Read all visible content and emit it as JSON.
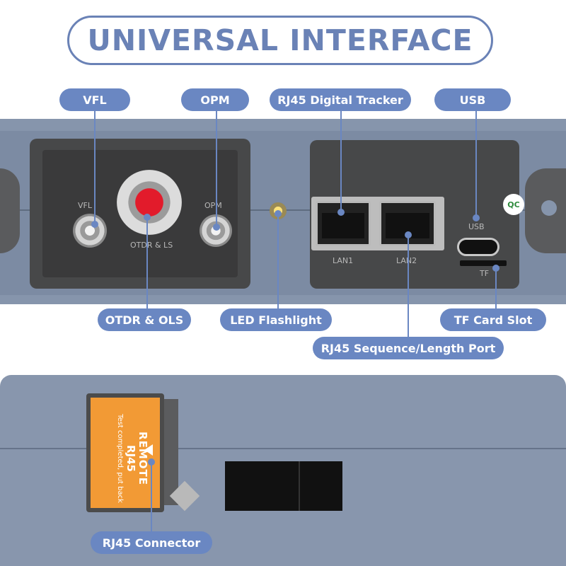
{
  "title": "UNIVERSAL INTERFACE",
  "labels": {
    "vfl": "VFL",
    "opm": "OPM",
    "rj45_tracker": "RJ45 Digital Tracker",
    "usb": "USB",
    "otdr_ols": "OTDR & OLS",
    "led": "LED Flashlight",
    "tf": "TF Card Slot",
    "rj45_seq": "RJ45 Sequence/Length Port",
    "rj45_connector": "RJ45 Connector"
  },
  "printed": {
    "vfl": "VFL",
    "opm": "OPM",
    "otdr": "OTDR & LS",
    "lan1": "LAN1",
    "lan2": "LAN2",
    "usb": "USB",
    "tf": "TF",
    "qc": "QC",
    "remote_title": "REMOTE",
    "remote_model": "RJ45",
    "remote_note": "Test completed, put back"
  },
  "colors": {
    "accent": "#6a87c2",
    "device_gray": "#8695ac",
    "panel_dark": "#474849",
    "remote_orange": "#f29a35",
    "ferrule_red": "#d81b2a"
  }
}
